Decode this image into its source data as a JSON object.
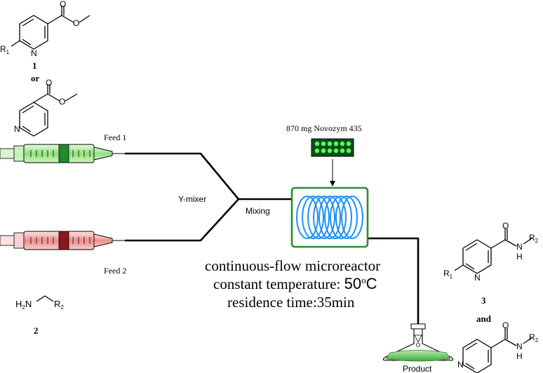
{
  "compound_1": {
    "r_label": "R",
    "r_sub": "1",
    "n_label": "N",
    "number": "1"
  },
  "or_text": "or",
  "compound_iso": {
    "n_label": "N"
  },
  "compound_2": {
    "h2n": "H",
    "h2n_sub": "2",
    "h2n_n": "N",
    "r_label": "R",
    "r_sub": "2",
    "number": "2"
  },
  "compound_3": {
    "o_label": "O",
    "r1_label": "R",
    "r1_sub": "1",
    "n_label": "N",
    "nh_label": "N",
    "h_label": "H",
    "r2_label": "R",
    "r2_sub": "2",
    "number": "3"
  },
  "and_text": "and",
  "compound_3b": {
    "o_label": "O",
    "n_label": "N",
    "nh_label": "N",
    "h_label": "H",
    "r2_label": "R",
    "r2_sub": "2"
  },
  "feed1_label": "Feed 1",
  "feed2_label": "Feed 2",
  "ymixer_label": "Y-mixer",
  "mixing_label": "Mixing",
  "catalyst_label": "870 mg Novozym 435",
  "conditions": {
    "line1": "continuous-flow microreactor",
    "line2_prefix": "constant temperature: ",
    "temp_value": "50",
    "temp_unit_deg": "o",
    "temp_unit_c": "C",
    "line3": "residence time:35min"
  },
  "product_label": "Product",
  "colors": {
    "syringe_green": "#7fd86b",
    "syringe_red": "#e98080",
    "reactor_frame": "#2e8b2e",
    "coil": "#1e90ff",
    "catalyst_box_bg": "#0c4f1a",
    "catalyst_dot": "#5cff5c",
    "flask_liquid": "#5cc05c"
  }
}
